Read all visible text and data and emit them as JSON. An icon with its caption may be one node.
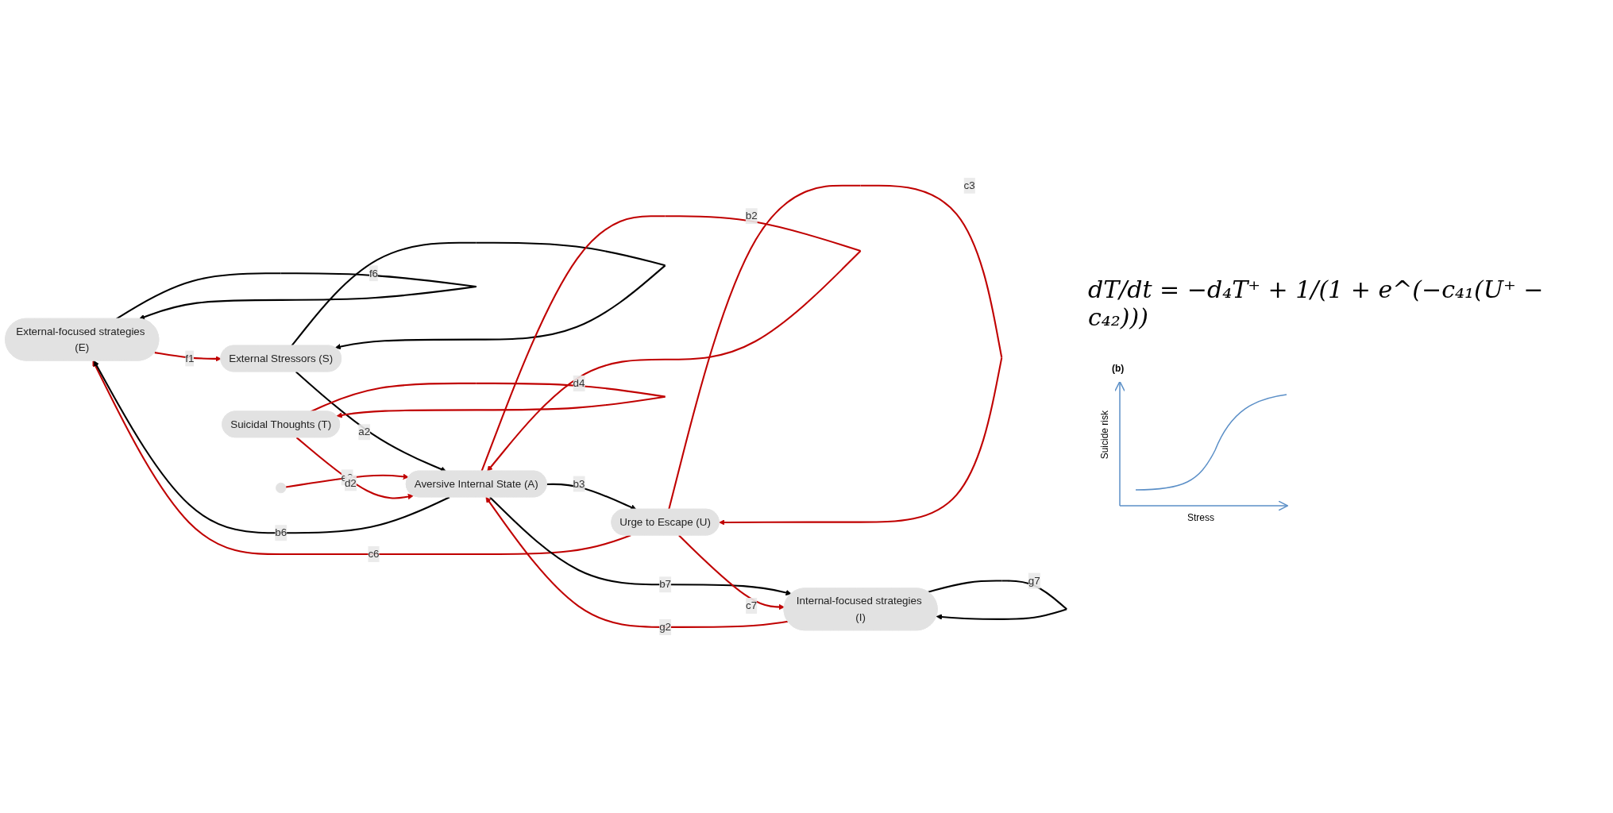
{
  "diagram": {
    "nodes": [
      {
        "text": [
          "External-focused strategies (E)"
        ]
      },
      {
        "text": [
          "External Stressors (S)"
        ]
      },
      {
        "text": [
          "Aversive Internal State (A)"
        ]
      },
      {
        "text": [
          "Urge to Escape (U)"
        ]
      },
      {
        "text": [],
        "shape": "circle"
      },
      {
        "text": [
          "Suicidal Thoughts (T)"
        ]
      },
      {
        "text": [
          "Internal-focused strategies (I)"
        ]
      }
    ],
    "edges": [
      {
        "from": 0,
        "to": 0,
        "arrow": "to",
        "label": "f6",
        "color": "#000000"
      },
      {
        "from": 3,
        "to": 0,
        "arrow": "to",
        "label": "c6"
      },
      {
        "from": 2,
        "to": 0,
        "arrow": "to",
        "label": "b6",
        "color": "#000000"
      },
      {
        "from": 0,
        "to": 1,
        "arrow": "to",
        "label": "f1"
      },
      {
        "from": 1,
        "to": 1,
        "arrow": "to",
        "color": "#000000"
      },
      {
        "from": 1,
        "to": 2,
        "arrow": "to",
        "label": "a2",
        "color": "#000000"
      },
      {
        "from": 2,
        "to": 2,
        "arrow": "to",
        "label": "b2"
      },
      {
        "from": 4,
        "to": 2,
        "arrow": "to",
        "label": "e2"
      },
      {
        "from": 2,
        "to": 3,
        "arrow": "to",
        "label": "b3",
        "color": "#000000"
      },
      {
        "from": 3,
        "to": 3,
        "arrow": "to",
        "label": "c3"
      },
      {
        "from": 6,
        "to": 2,
        "arrow": "to",
        "label": "g2"
      },
      {
        "from": 2,
        "to": 6,
        "arrow": "to",
        "label": "b7",
        "color": "#000000"
      },
      {
        "from": 6,
        "to": 6,
        "arrow": "to",
        "label": "g7",
        "color": "#000000"
      },
      {
        "from": 5,
        "to": 2,
        "arrow": "to",
        "label": "d2"
      },
      {
        "from": 5,
        "to": 5,
        "arrow": "to",
        "label": "d4"
      },
      {
        "from": 3,
        "to": 6,
        "arrow": "to",
        "label": "c7"
      }
    ],
    "labels": [
      "dT/dt = −d₄T⁺ + 1/(1 + e^(−c₄₁(U⁺ − c₄₂)))",
      "(b)",
      "Suicide risk",
      "Stress"
    ]
  }
}
